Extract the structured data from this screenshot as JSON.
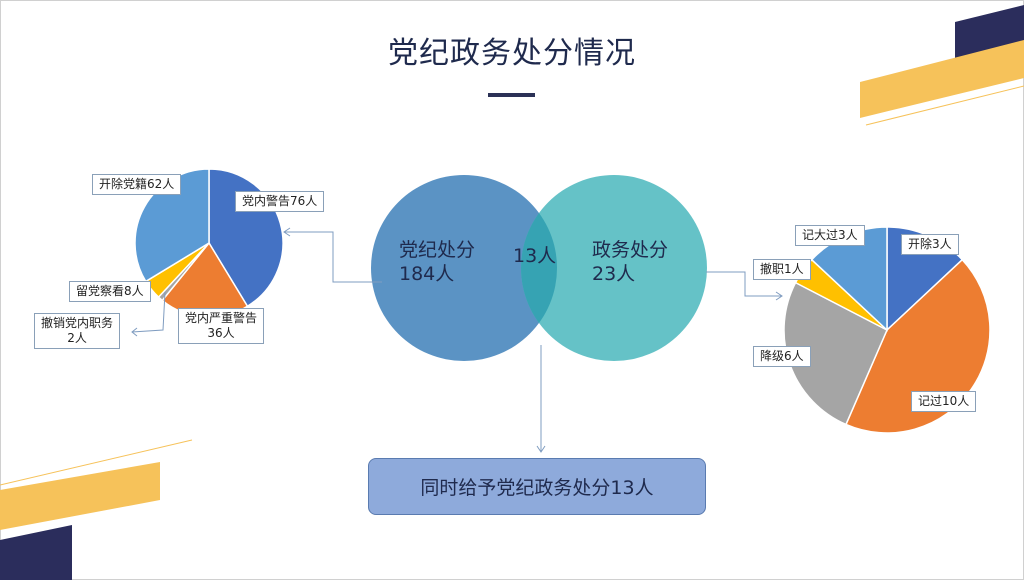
{
  "title": "党纪政务处分情况",
  "venn": {
    "left": {
      "label": "党纪处分",
      "count": "184人",
      "color": "#5b93c4"
    },
    "right": {
      "label": "政务处分",
      "count": "23人",
      "color": "#5dbfc4"
    },
    "overlap": {
      "count": "13人",
      "color": "#36a3b3"
    }
  },
  "result": "同时给予党纪政务处分13人",
  "chart_data": [
    {
      "type": "pie",
      "title": "党纪处分",
      "slices": [
        {
          "name": "党内警告",
          "value": 76,
          "label": "党内警告76人",
          "color": "#4472c4"
        },
        {
          "name": "党内严重警告",
          "value": 36,
          "label": "党内严重警告\n36人",
          "color": "#ed7d31"
        },
        {
          "name": "撤销党内职务",
          "value": 2,
          "label": "撤销党内职务\n2人",
          "color": "#a5a5a5"
        },
        {
          "name": "留党察看",
          "value": 8,
          "label": "留党察看8人",
          "color": "#ffc000"
        },
        {
          "name": "开除党籍",
          "value": 62,
          "label": "开除党籍62人",
          "color": "#5b9bd5"
        }
      ]
    },
    {
      "type": "pie",
      "title": "政务处分",
      "slices": [
        {
          "name": "开除",
          "value": 3,
          "label": "开除3人",
          "color": "#4472c4"
        },
        {
          "name": "记过",
          "value": 10,
          "label": "记过10人",
          "color": "#ed7d31"
        },
        {
          "name": "降级",
          "value": 6,
          "label": "降级6人",
          "color": "#a5a5a5"
        },
        {
          "name": "撤职",
          "value": 1,
          "label": "撤职1人",
          "color": "#ffc000"
        },
        {
          "name": "记大过",
          "value": 3,
          "label": "记大过3人",
          "color": "#5b9bd5"
        }
      ]
    }
  ]
}
